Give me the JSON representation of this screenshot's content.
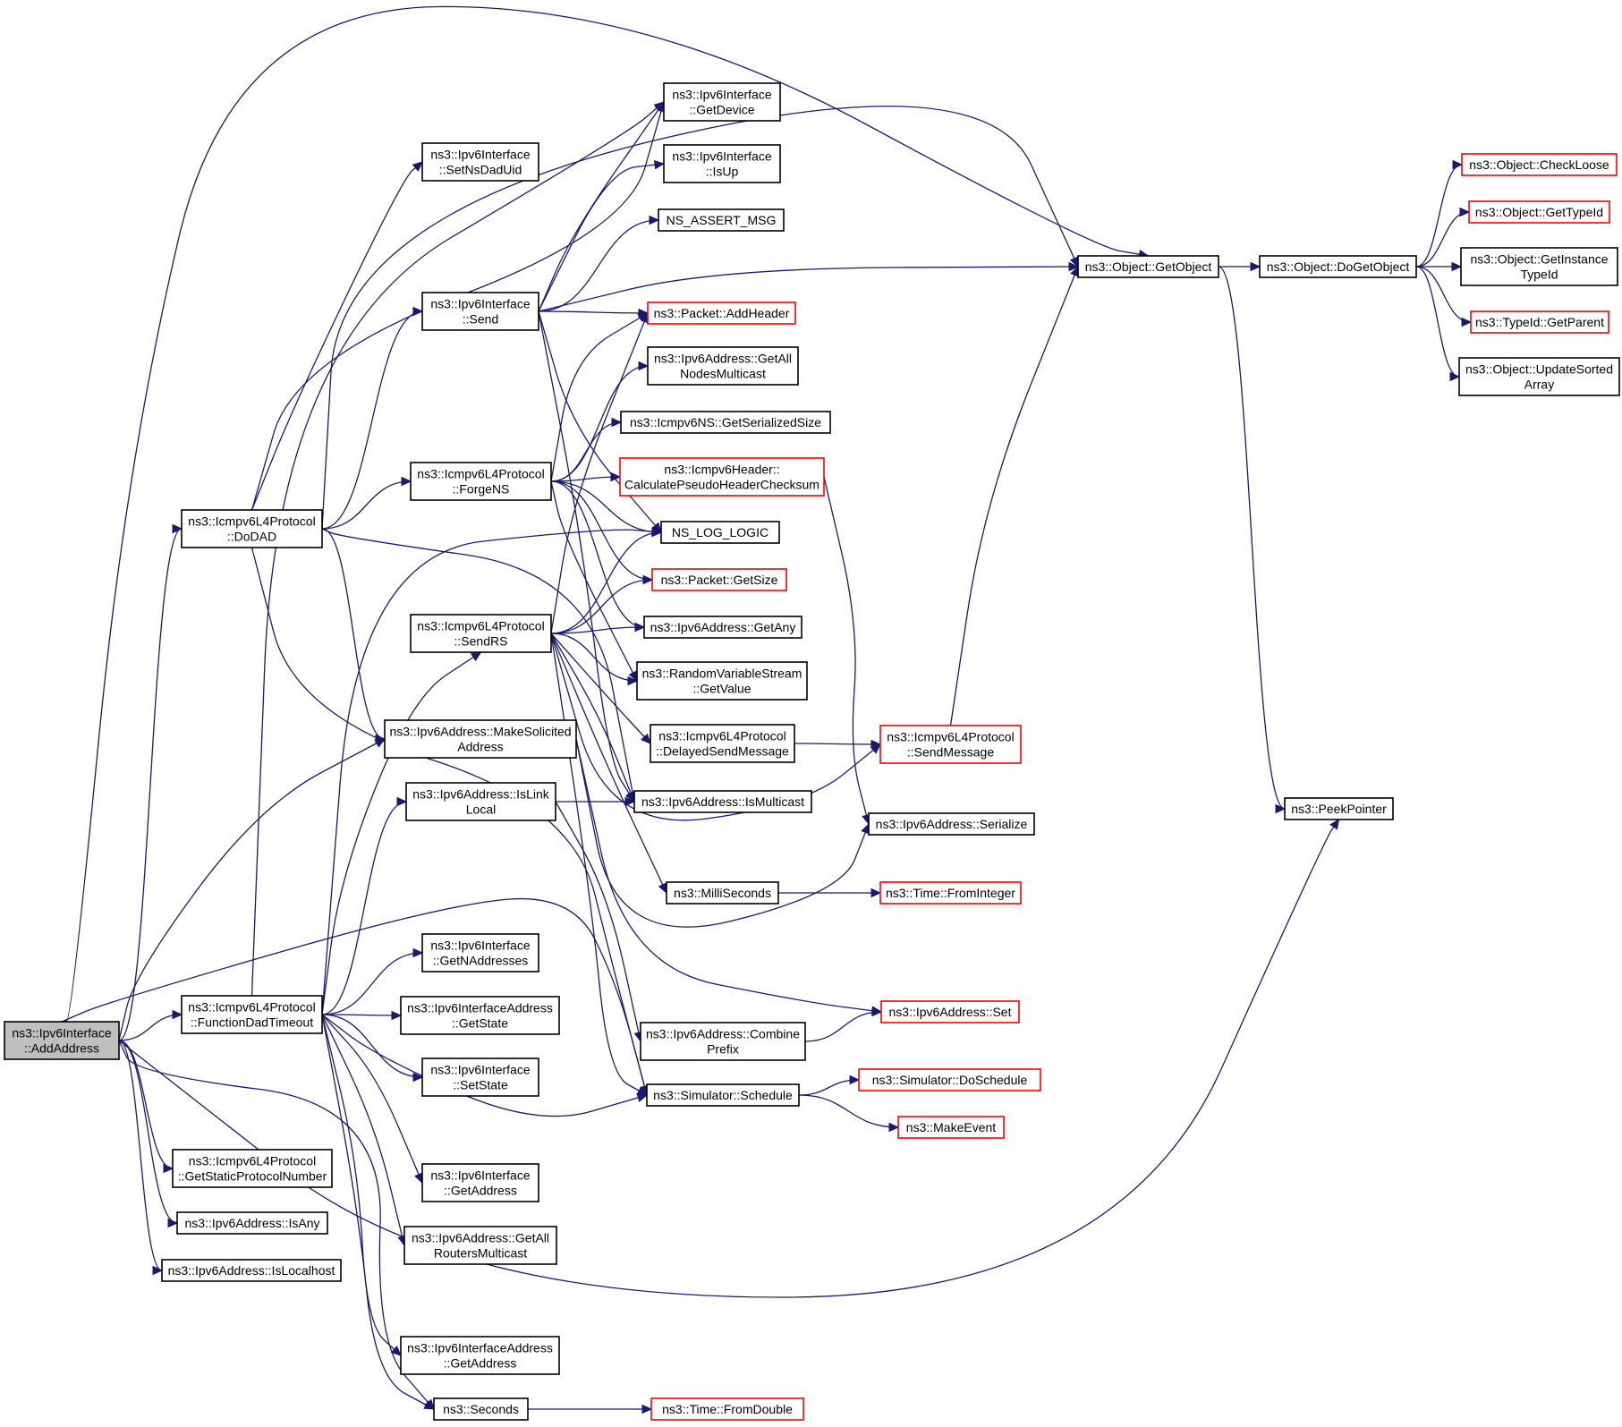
{
  "colors": {
    "edge": "#191970",
    "border_normal": "#000000",
    "border_truncated": "#ff0000",
    "focus_fill": "#bfbfbf"
  },
  "nodes": [
    {
      "id": "root",
      "lines": [
        "ns3::Ipv6Interface",
        "::AddAddress"
      ],
      "style": "focus"
    },
    {
      "id": "dodad",
      "lines": [
        "ns3::Icmpv6L4Protocol",
        "::DoDAD"
      ],
      "style": "normal"
    },
    {
      "id": "fdt",
      "lines": [
        "ns3::Icmpv6L4Protocol",
        "::FunctionDadTimeout"
      ],
      "style": "normal"
    },
    {
      "id": "gspn",
      "lines": [
        "ns3::Icmpv6L4Protocol",
        "::GetStaticProtocolNumber"
      ],
      "style": "normal"
    },
    {
      "id": "isany",
      "lines": [
        "ns3::Ipv6Address::IsAny"
      ],
      "style": "normal"
    },
    {
      "id": "islocalhost",
      "lines": [
        "ns3::Ipv6Address::IsLocalhost"
      ],
      "style": "normal"
    },
    {
      "id": "setnsdaduid",
      "lines": [
        "ns3::Ipv6Interface",
        "::SetNsDadUid"
      ],
      "style": "normal"
    },
    {
      "id": "send",
      "lines": [
        "ns3::Ipv6Interface",
        "::Send"
      ],
      "style": "normal"
    },
    {
      "id": "forgens",
      "lines": [
        "ns3::Icmpv6L4Protocol",
        "::ForgeNS"
      ],
      "style": "normal"
    },
    {
      "id": "sendrs",
      "lines": [
        "ns3::Icmpv6L4Protocol",
        "::SendRS"
      ],
      "style": "normal"
    },
    {
      "id": "makesol",
      "lines": [
        "ns3::Ipv6Address::MakeSolicited",
        "Address"
      ],
      "style": "normal"
    },
    {
      "id": "islinklocal",
      "lines": [
        "ns3::Ipv6Address::IsLink",
        "Local"
      ],
      "style": "normal"
    },
    {
      "id": "getnaddr",
      "lines": [
        "ns3::Ipv6Interface",
        "::GetNAddresses"
      ],
      "style": "normal"
    },
    {
      "id": "getstate",
      "lines": [
        "ns3::Ipv6InterfaceAddress",
        "::GetState"
      ],
      "style": "normal"
    },
    {
      "id": "setstate",
      "lines": [
        "ns3::Ipv6Interface",
        "::SetState"
      ],
      "style": "normal"
    },
    {
      "id": "ifgetaddr",
      "lines": [
        "ns3::Ipv6Interface",
        "::GetAddress"
      ],
      "style": "normal"
    },
    {
      "id": "getallrouters",
      "lines": [
        "ns3::Ipv6Address::GetAll",
        "RoutersMulticast"
      ],
      "style": "normal"
    },
    {
      "id": "ifaddrgetaddr",
      "lines": [
        "ns3::Ipv6InterfaceAddress",
        "::GetAddress"
      ],
      "style": "normal"
    },
    {
      "id": "seconds",
      "lines": [
        "ns3::Seconds"
      ],
      "style": "normal"
    },
    {
      "id": "getdevice",
      "lines": [
        "ns3::Ipv6Interface",
        "::GetDevice"
      ],
      "style": "normal"
    },
    {
      "id": "isup",
      "lines": [
        "ns3::Ipv6Interface",
        "::IsUp"
      ],
      "style": "normal"
    },
    {
      "id": "assertmsg",
      "lines": [
        "NS_ASSERT_MSG"
      ],
      "style": "normal"
    },
    {
      "id": "addheader",
      "lines": [
        "ns3::Packet::AddHeader"
      ],
      "style": "truncated"
    },
    {
      "id": "getallnodes",
      "lines": [
        "ns3::Ipv6Address::GetAll",
        "NodesMulticast"
      ],
      "style": "normal"
    },
    {
      "id": "nsgetser",
      "lines": [
        "ns3::Icmpv6NS::GetSerializedSize"
      ],
      "style": "normal"
    },
    {
      "id": "calcpseudo",
      "lines": [
        "ns3::Icmpv6Header::",
        "CalculatePseudoHeaderChecksum"
      ],
      "style": "truncated"
    },
    {
      "id": "nslog",
      "lines": [
        "NS_LOG_LOGIC"
      ],
      "style": "normal"
    },
    {
      "id": "getsize",
      "lines": [
        "ns3::Packet::GetSize"
      ],
      "style": "truncated"
    },
    {
      "id": "getany",
      "lines": [
        "ns3::Ipv6Address::GetAny"
      ],
      "style": "normal"
    },
    {
      "id": "rvsgetvalue",
      "lines": [
        "ns3::RandomVariableStream",
        "::GetValue"
      ],
      "style": "normal"
    },
    {
      "id": "delayedsend",
      "lines": [
        "ns3::Icmpv6L4Protocol",
        "::DelayedSendMessage"
      ],
      "style": "normal"
    },
    {
      "id": "ismulticast",
      "lines": [
        "ns3::Ipv6Address::IsMulticast"
      ],
      "style": "normal"
    },
    {
      "id": "milliseconds",
      "lines": [
        "ns3::MilliSeconds"
      ],
      "style": "normal"
    },
    {
      "id": "combineprefix",
      "lines": [
        "ns3::Ipv6Address::Combine",
        "Prefix"
      ],
      "style": "normal"
    },
    {
      "id": "schedule",
      "lines": [
        "ns3::Simulator::Schedule"
      ],
      "style": "normal"
    },
    {
      "id": "fromdouble",
      "lines": [
        "ns3::Time::FromDouble"
      ],
      "style": "truncated"
    },
    {
      "id": "getobject",
      "lines": [
        "ns3::Object::GetObject"
      ],
      "style": "normal"
    },
    {
      "id": "sendmessage",
      "lines": [
        "ns3::Icmpv6L4Protocol",
        "::SendMessage"
      ],
      "style": "truncated"
    },
    {
      "id": "serialize",
      "lines": [
        "ns3::Ipv6Address::Serialize"
      ],
      "style": "normal"
    },
    {
      "id": "frominteger",
      "lines": [
        "ns3::Time::FromInteger"
      ],
      "style": "truncated"
    },
    {
      "id": "addrset",
      "lines": [
        "ns3::Ipv6Address::Set"
      ],
      "style": "truncated"
    },
    {
      "id": "doschedule",
      "lines": [
        "ns3::Simulator::DoSchedule"
      ],
      "style": "truncated"
    },
    {
      "id": "makeevent",
      "lines": [
        "ns3::MakeEvent"
      ],
      "style": "truncated"
    },
    {
      "id": "dogetobject",
      "lines": [
        "ns3::Object::DoGetObject"
      ],
      "style": "normal"
    },
    {
      "id": "peekpointer",
      "lines": [
        "ns3::PeekPointer"
      ],
      "style": "normal"
    },
    {
      "id": "checkloose",
      "lines": [
        "ns3::Object::CheckLoose"
      ],
      "style": "truncated"
    },
    {
      "id": "gettypeid",
      "lines": [
        "ns3::Object::GetTypeId"
      ],
      "style": "truncated"
    },
    {
      "id": "getinstancetypeid",
      "lines": [
        "ns3::Object::GetInstance",
        "TypeId"
      ],
      "style": "normal"
    },
    {
      "id": "getparent",
      "lines": [
        "ns3::TypeId::GetParent"
      ],
      "style": "truncated"
    },
    {
      "id": "updatesorted",
      "lines": [
        "ns3::Object::UpdateSorted",
        "Array"
      ],
      "style": "normal"
    }
  ]
}
